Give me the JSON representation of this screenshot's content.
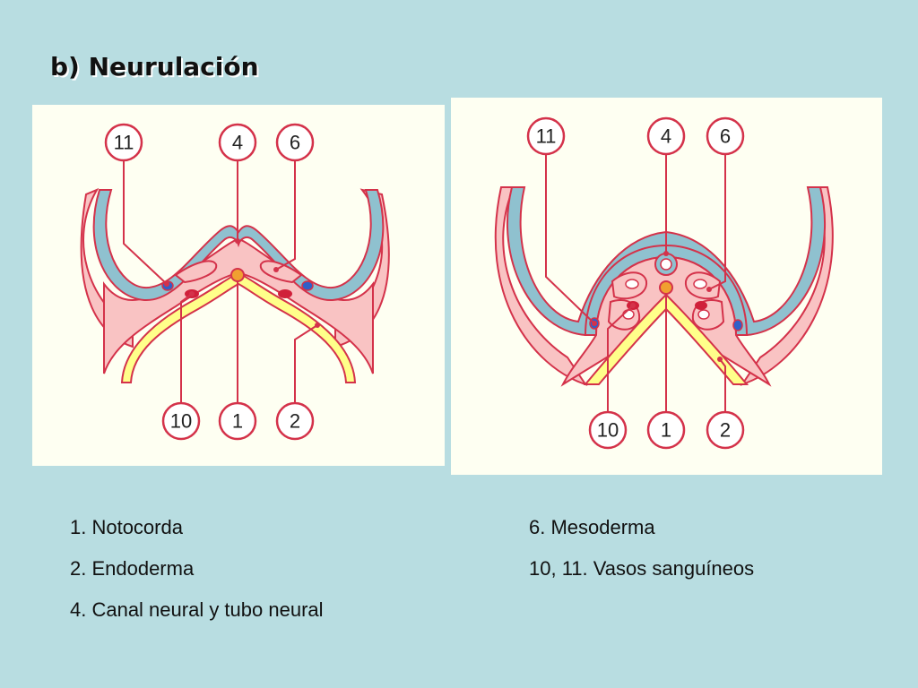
{
  "title": "b) Neurulación",
  "diagram_left": {
    "labels_top": [
      "11",
      "4",
      "6"
    ],
    "labels_bottom": [
      "10",
      "1",
      "2"
    ]
  },
  "diagram_right": {
    "labels_top": [
      "11",
      "4",
      "6"
    ],
    "labels_bottom": [
      "10",
      "1",
      "2"
    ]
  },
  "legend": {
    "left": [
      "1. Notocorda",
      "2. Endoderma",
      "4. Canal neural y tubo neural"
    ],
    "right": [
      "6. Mesoderma",
      "10, 11. Vasos sanguíneos"
    ]
  },
  "colors": {
    "background": "#b8dde1",
    "panel": "#fefff2",
    "ectoderm_blue": "#8fc1cf",
    "mesoderm_pink": "#f9c3c3",
    "outline_red": "#d4324a",
    "endoderm_yellow": "#ffff8a",
    "notochord_orange": "#f0a030",
    "vessel_blue": "#3060c8",
    "vessel_red": "#d0203a"
  }
}
